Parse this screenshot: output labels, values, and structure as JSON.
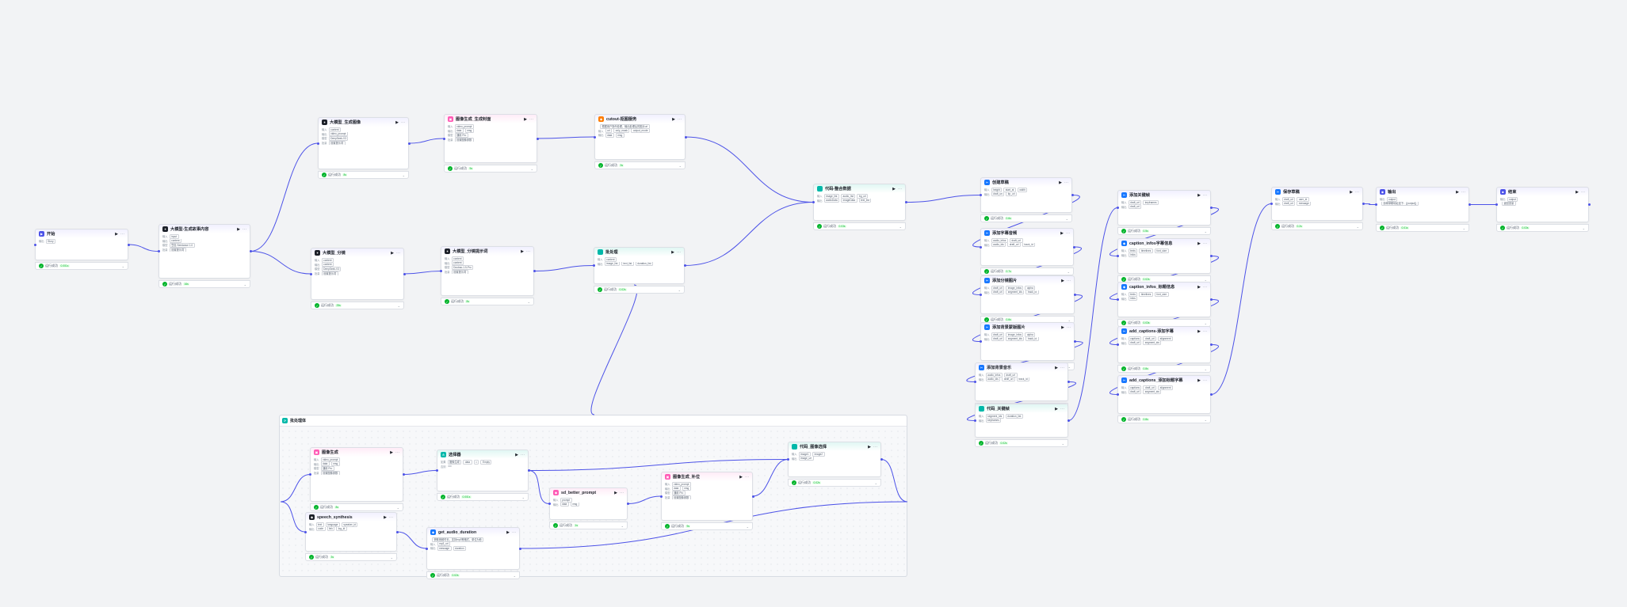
{
  "colors": {
    "edge": "#4d53e8",
    "success": "#00b42a",
    "canvas": "#f2f3f5"
  },
  "status_label": "运行成功",
  "batch_group": {
    "title": "批处理体"
  },
  "nodes": [
    {
      "id": "start",
      "title": "开始",
      "icon": "start-icon",
      "icon_color": "#4d53e8",
      "rows": [
        {
          "k": "输出",
          "chips": [
            "Story"
          ]
        }
      ],
      "time": "0.001s"
    },
    {
      "id": "llm_story",
      "title": "大模型-生成故事内容",
      "icon": "llm-icon",
      "icon_color": "#1d2129",
      "rows": [
        {
          "k": "输入",
          "chips": [
            "input"
          ]
        },
        {
          "k": "输出",
          "chips": [
            "content"
          ]
        },
        {
          "k": "模型",
          "chips": [
            "豆包·Seedance 1.0"
          ]
        },
        {
          "k": "批量",
          "chips": [
            "设置提示词"
          ]
        }
      ],
      "time": "16s"
    },
    {
      "id": "llm_img_prompt",
      "title": "大模型_生成图像",
      "icon": "llm-icon",
      "icon_color": "#1d2129",
      "rows": [
        {
          "k": "输入",
          "chips": [
            "content"
          ]
        },
        {
          "k": "输出",
          "chips": [
            "video_prompt"
          ]
        },
        {
          "k": "模型",
          "chips": [
            "DeepSeek-V3"
          ]
        },
        {
          "k": "批量",
          "chips": [
            "设置提示词"
          ]
        }
      ],
      "time": "8s"
    },
    {
      "id": "img_gen_cover",
      "title": "图像生成_生成封面",
      "icon": "image-gen-icon",
      "icon_color": "#ff5bb5",
      "rows": [
        {
          "k": "输入",
          "chips": [
            "video_prompt"
          ]
        },
        {
          "k": "输出",
          "chips": [
            "data",
            "msg"
          ]
        },
        {
          "k": "模型",
          "chips": [
            "通用 Pro"
          ]
        },
        {
          "k": "批量",
          "chips": [
            "设置图像参数"
          ]
        }
      ],
      "time": "9s"
    },
    {
      "id": "cutout",
      "title": "cutout-抠图服务",
      "icon": "plugin-icon",
      "icon_color": "#ff7d00",
      "rows": [
        {
          "k": "",
          "chips": [
            "根据用户指令处理，输出处理后的图片url"
          ]
        },
        {
          "k": "输入",
          "chips": [
            "url",
            "only_mask",
            "output_mode"
          ]
        },
        {
          "k": "输出",
          "chips": [
            "data",
            "msg"
          ]
        }
      ],
      "time": "3s"
    },
    {
      "id": "llm_split",
      "title": "大模型_分镜",
      "icon": "llm-icon",
      "icon_color": "#1d2129",
      "rows": [
        {
          "k": "输入",
          "chips": [
            "content"
          ]
        },
        {
          "k": "输出",
          "chips": [
            "content"
          ]
        },
        {
          "k": "模型",
          "chips": [
            "DeepSeek-V3"
          ]
        },
        {
          "k": "批量",
          "chips": [
            "设置提示词"
          ]
        }
      ],
      "time": "25s"
    },
    {
      "id": "llm_storyboard",
      "title": "大模型_分镜提示词",
      "icon": "llm-icon",
      "icon_color": "#1d2129",
      "rows": [
        {
          "k": "输入",
          "chips": [
            "content"
          ]
        },
        {
          "k": "输出",
          "chips": [
            "content"
          ]
        },
        {
          "k": "模型",
          "chips": [
            "Doubao-1.5-Pro"
          ]
        },
        {
          "k": "批量",
          "chips": [
            "设置提示词"
          ]
        }
      ],
      "time": "8s"
    },
    {
      "id": "code_split",
      "title": "批处理",
      "icon": "code-icon",
      "icon_color": "#00b8a9",
      "rows": [
        {
          "k": "输入",
          "chips": [
            "content"
          ]
        },
        {
          "k": "输出",
          "chips": [
            "image_list",
            "text_list",
            "duration_list"
          ]
        }
      ],
      "time": "0.02s"
    },
    {
      "id": "code_merge",
      "title": "代码-整合数据",
      "icon": "code-icon",
      "icon_color": "#00b8a9",
      "rows": [
        {
          "k": "输入",
          "chips": [
            "image_list",
            "audio_list",
            "bg_url"
          ]
        },
        {
          "k": "输出",
          "chips": [
            "audioData",
            "imageData",
            "text_list"
          ]
        }
      ],
      "time": "0.03s"
    },
    {
      "id": "create_draft",
      "title": "创建草稿",
      "icon": "capcut-icon",
      "icon_color": "#1677ff",
      "rows": [
        {
          "k": "输入",
          "chips": [
            "height",
            "start_at",
            "width"
          ]
        },
        {
          "k": "输出",
          "chips": [
            "draft_url",
            "tip_url"
          ]
        }
      ],
      "time": "0.6s"
    },
    {
      "id": "add_audio",
      "title": "添加字幕音频",
      "icon": "capcut-icon",
      "icon_color": "#1677ff",
      "rows": [
        {
          "k": "输入",
          "chips": [
            "audio_infos",
            "draft_url"
          ]
        },
        {
          "k": "输出",
          "chips": [
            "audio_ids",
            "draft_url",
            "track_id"
          ]
        }
      ],
      "time": "0.7s"
    },
    {
      "id": "add_images",
      "title": "添加分镜图片",
      "icon": "capcut-icon",
      "icon_color": "#1677ff",
      "rows": [
        {
          "k": "输入",
          "chips": [
            "draft_url",
            "image_infos",
            "alpha"
          ]
        },
        {
          "k": "输出",
          "chips": [
            "draft_url",
            "segment_ids",
            "track_id"
          ]
        }
      ],
      "time": "0.6s"
    },
    {
      "id": "add_bg",
      "title": "添加背景蒙版图片",
      "icon": "capcut-icon",
      "icon_color": "#1677ff",
      "rows": [
        {
          "k": "输入",
          "chips": [
            "draft_url",
            "image_infos",
            "alpha"
          ]
        },
        {
          "k": "输出",
          "chips": [
            "draft_url",
            "segment_ids",
            "track_id"
          ]
        }
      ],
      "time": "1s"
    },
    {
      "id": "add_bgm",
      "title": "添加背景音乐",
      "icon": "capcut-icon",
      "icon_color": "#1677ff",
      "rows": [
        {
          "k": "输入",
          "chips": [
            "audio_infos",
            "draft_url"
          ]
        },
        {
          "k": "输出",
          "chips": [
            "audio_ids",
            "draft_url",
            "track_id"
          ]
        }
      ],
      "time": "0.6s"
    },
    {
      "id": "code_keyframe",
      "title": "代码_关键帧",
      "icon": "code-icon",
      "icon_color": "#00b8a9",
      "rows": [
        {
          "k": "输入",
          "chips": [
            "segment_ids",
            "duration_list"
          ]
        },
        {
          "k": "输出",
          "chips": [
            "keyframes"
          ]
        }
      ],
      "time": "0.02s"
    },
    {
      "id": "add_keyframes",
      "title": "添加关键帧",
      "icon": "capcut-icon",
      "icon_color": "#1677ff",
      "rows": [
        {
          "k": "输入",
          "chips": [
            "draft_url",
            "keyframes"
          ]
        },
        {
          "k": "输出",
          "chips": [
            "draft_url"
          ]
        }
      ],
      "time": "0.5s"
    },
    {
      "id": "caption_infos_audio",
      "title": "caption_infos字幕信息",
      "icon": "plugin-icon",
      "icon_color": "#1677ff",
      "rows": [
        {
          "k": "输入",
          "chips": [
            "texts",
            "timelines",
            "font_size"
          ]
        },
        {
          "k": "输出",
          "chips": [
            "infos"
          ]
        }
      ],
      "time": "0.02s"
    },
    {
      "id": "caption_infos_title",
      "title": "caption_infos_标题信息",
      "icon": "plugin-icon",
      "icon_color": "#1677ff",
      "rows": [
        {
          "k": "输入",
          "chips": [
            "texts",
            "timelines",
            "font_size"
          ]
        },
        {
          "k": "输出",
          "chips": [
            "infos"
          ]
        }
      ],
      "time": "0.03s"
    },
    {
      "id": "add_captions_audio",
      "title": "add_captions-添加字幕",
      "icon": "capcut-icon",
      "icon_color": "#1677ff",
      "rows": [
        {
          "k": "输入",
          "chips": [
            "captions",
            "draft_url",
            "alignment"
          ]
        },
        {
          "k": "输出",
          "chips": [
            "draft_url",
            "segment_ids"
          ]
        }
      ],
      "time": "0.8s"
    },
    {
      "id": "add_captions_title",
      "title": "add_captions_添加标题字幕",
      "icon": "capcut-icon",
      "icon_color": "#1677ff",
      "rows": [
        {
          "k": "输入",
          "chips": [
            "captions",
            "draft_url",
            "alignment"
          ]
        },
        {
          "k": "输出",
          "chips": [
            "draft_url",
            "segment_ids"
          ]
        }
      ],
      "time": "0.8s"
    },
    {
      "id": "save_draft",
      "title": "保存草稿",
      "icon": "capcut-icon",
      "icon_color": "#1677ff",
      "rows": [
        {
          "k": "输入",
          "chips": [
            "draft_url",
            "user_id"
          ]
        },
        {
          "k": "输出",
          "chips": [
            "draft_url",
            "message"
          ]
        }
      ],
      "time": "0.2s"
    },
    {
      "id": "output",
      "title": "输出",
      "icon": "output-icon",
      "icon_color": "#4d53e8",
      "rows": [
        {
          "k": "输出",
          "chips": [
            "output"
          ]
        },
        {
          "k": "",
          "chips": [
            "剪映草稿地址如下：{{output}}"
          ]
        }
      ],
      "time": "0.01s"
    },
    {
      "id": "end",
      "title": "结束",
      "icon": "end-icon",
      "icon_color": "#4d53e8",
      "rows": [
        {
          "k": "输出",
          "chips": [
            "output"
          ]
        },
        {
          "k": "",
          "chips": [
            "返回变量"
          ]
        }
      ],
      "time": "0.03s"
    },
    {
      "id": "b_img_gen",
      "title": "图像生成",
      "icon": "image-gen-icon",
      "icon_color": "#ff5bb5",
      "rows": [
        {
          "k": "输入",
          "chips": [
            "video_prompt"
          ]
        },
        {
          "k": "输出",
          "chips": [
            "data",
            "msg"
          ]
        },
        {
          "k": "模型",
          "chips": [
            "通用 Pro"
          ]
        },
        {
          "k": "批量",
          "chips": [
            "设置图像参数"
          ]
        }
      ],
      "time": "8s"
    },
    {
      "id": "b_tts",
      "title": "speech_synthesis",
      "icon": "plugin-icon",
      "icon_color": "#1d2129",
      "rows": [
        {
          "k": "输入",
          "chips": [
            "text",
            "language",
            "speaker_id"
          ]
        },
        {
          "k": "输出",
          "chips": [
            "code",
            "link",
            "log_id"
          ]
        }
      ],
      "time": "3s"
    },
    {
      "id": "b_selector",
      "title": "选择器",
      "icon": "selector-icon",
      "icon_color": "#00b8a9",
      "rows": [
        {
          "k": "如果",
          "chips": [
            "图像生成",
            "data",
            "=",
            "Empty"
          ]
        },
        {
          "k": "否则",
          "chips": [
            ""
          ]
        }
      ],
      "time": "0.001s"
    },
    {
      "id": "b_better_prompt",
      "title": "sd_better_prompt",
      "icon": "plugin-icon",
      "icon_color": "#ff5bb5",
      "rows": [
        {
          "k": "输入",
          "chips": [
            "prompt"
          ]
        },
        {
          "k": "输出",
          "chips": [
            "data",
            "msg"
          ]
        }
      ],
      "time": "1s"
    },
    {
      "id": "b_img_gen_retry",
      "title": "图像生成_补位",
      "icon": "image-gen-icon",
      "icon_color": "#ff5bb5",
      "rows": [
        {
          "k": "输入",
          "chips": [
            "video_prompt"
          ]
        },
        {
          "k": "输出",
          "chips": [
            "data",
            "msg"
          ]
        },
        {
          "k": "模型",
          "chips": [
            "通用 Pro"
          ]
        },
        {
          "k": "批量",
          "chips": [
            "设置图像参数"
          ]
        }
      ],
      "time": "9s"
    },
    {
      "id": "b_code_image",
      "title": "代码_图像选择",
      "icon": "code-icon",
      "icon_color": "#00b8a9",
      "rows": [
        {
          "k": "输入",
          "chips": [
            "image1",
            "image2"
          ]
        },
        {
          "k": "输出",
          "chips": [
            "image_url"
          ]
        }
      ],
      "time": "0.02s"
    },
    {
      "id": "b_audio_duration",
      "title": "get_audio_duration",
      "icon": "plugin-icon",
      "icon_color": "#1677ff",
      "rows": [
        {
          "k": "",
          "chips": [
            "获取音频时长，支持mp3等格式，单位为秒"
          ]
        },
        {
          "k": "输入",
          "chips": [
            "mp3_url"
          ]
        },
        {
          "k": "输出",
          "chips": [
            "message",
            "duration"
          ]
        }
      ],
      "time": "0.02s"
    }
  ]
}
